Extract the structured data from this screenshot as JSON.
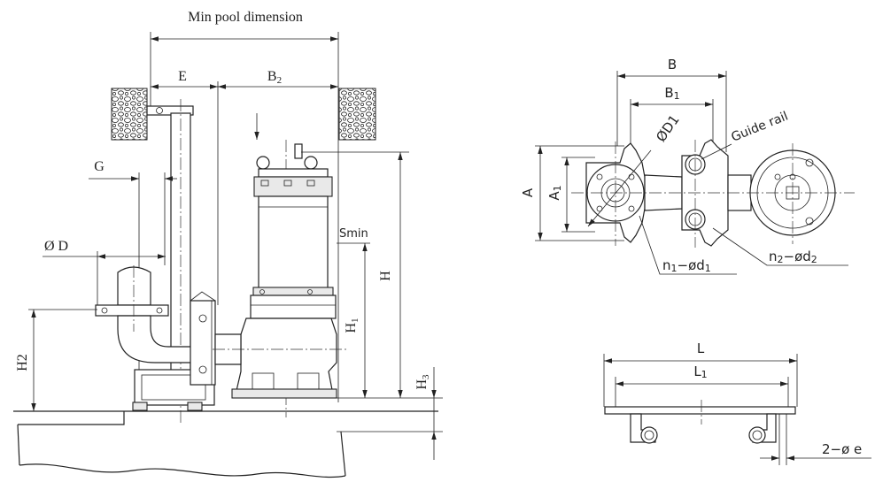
{
  "side_view": {
    "min_pool_dimension": "Min pool dimension",
    "E": "E",
    "B2": {
      "main": "B",
      "sub": "2"
    },
    "G": "G",
    "D": "Ø D",
    "H2": {
      "main": "H",
      "sub": "2"
    },
    "Smin": "Smin",
    "H": "H",
    "H1": {
      "main": "H",
      "sub": "1"
    },
    "H3": {
      "main": "H",
      "sub": "3"
    }
  },
  "top_view": {
    "B": "B",
    "B1": {
      "main": "B",
      "sub": "1"
    },
    "A": "A",
    "A1": {
      "main": "A",
      "sub": "1"
    },
    "D1": "ØD1",
    "guide_rail": "Guide rail",
    "n1_d1": {
      "n": "n",
      "n_sub": "1",
      "mid": "−ød",
      "d_sub": "1"
    },
    "n2_d2": {
      "n": "n",
      "n_sub": "2",
      "mid": "−ød",
      "d_sub": "2"
    }
  },
  "rail_plate_view": {
    "L": "L",
    "L1": {
      "main": "L",
      "sub": "1"
    },
    "holes": "2−ø e"
  },
  "colors": {
    "line": "#222222",
    "background": "#ffffff"
  }
}
